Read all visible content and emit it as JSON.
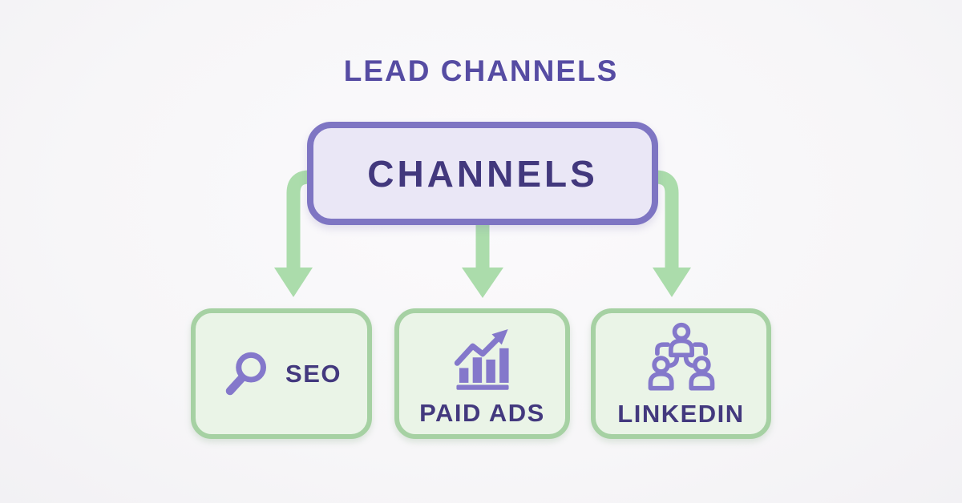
{
  "title": "LEAD CHANNELS",
  "root": {
    "label": "CHANNELS"
  },
  "children": [
    {
      "label": "SEO",
      "icon": "search-icon"
    },
    {
      "label": "PAID ADS",
      "icon": "bar-chart-icon"
    },
    {
      "label": "LINKEDIN",
      "icon": "people-network-icon"
    }
  ],
  "colors": {
    "background": "#f7f6f8",
    "title_text": "#564ca3",
    "root_border": "#7e75c3",
    "root_fill": "#eae7f6",
    "root_text": "#42387d",
    "arrow": "#abdcab",
    "child_border": "#a6d1a3",
    "child_fill": "#eaf4e7",
    "child_text": "#43397e",
    "icon": "#8478cb"
  }
}
